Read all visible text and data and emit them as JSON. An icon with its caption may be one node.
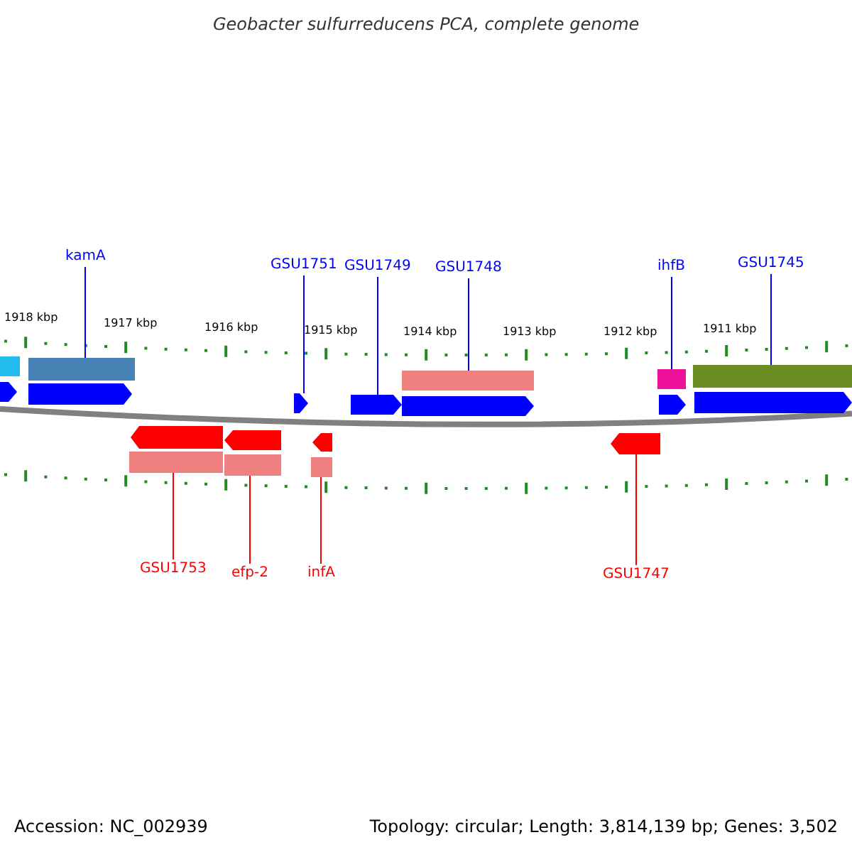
{
  "diagram": {
    "title": "Geobacter sulfurreducens PCA, complete genome",
    "nodes": [
      {
        "text": [
          "kamA"
        ]
      },
      {
        "text": [
          "GSU1751"
        ]
      },
      {
        "text": [
          "GSU1749"
        ]
      },
      {
        "text": [
          "GSU1748"
        ]
      },
      {
        "text": [
          "ihfB"
        ]
      },
      {
        "text": [
          "GSU1745"
        ]
      },
      {
        "text": [],
        "shape": "bar"
      },
      {
        "text": [],
        "shape": "bar"
      },
      {
        "text": [],
        "shape": "bar"
      },
      {
        "text": [],
        "shape": "bar"
      },
      {
        "text": [],
        "shape": "bar"
      },
      {
        "text": [],
        "shape": "arrow"
      },
      {
        "text": [],
        "shape": "arrow"
      },
      {
        "text": [],
        "shape": "arrow"
      },
      {
        "text": [],
        "shape": "arrow"
      },
      {
        "text": [],
        "shape": "arrow"
      },
      {
        "text": [],
        "shape": "arrow"
      },
      {
        "text": [],
        "shape": "arrow"
      },
      {
        "text": [],
        "shape": "arrow"
      },
      {
        "text": [],
        "shape": "arrow"
      },
      {
        "text": [],
        "shape": "arrow"
      },
      {
        "text": [],
        "shape": "arrow"
      },
      {
        "text": [],
        "shape": "bar"
      },
      {
        "text": [],
        "shape": "bar"
      },
      {
        "text": [],
        "shape": "bar"
      },
      {
        "text": [
          "GSU1753"
        ]
      },
      {
        "text": [
          "efp-2"
        ]
      },
      {
        "text": [
          "infA"
        ]
      },
      {
        "text": [
          "GSU1747"
        ]
      }
    ],
    "edges": [
      {
        "from": 0,
        "to": 7,
        "arrow": "none"
      },
      {
        "from": 1,
        "to": 13,
        "arrow": "none"
      },
      {
        "from": 2,
        "to": 14,
        "arrow": "none"
      },
      {
        "from": 3,
        "to": 8,
        "arrow": "none"
      },
      {
        "from": 4,
        "to": 9,
        "arrow": "none"
      },
      {
        "from": 5,
        "to": 10,
        "arrow": "none"
      },
      {
        "from": 25,
        "to": 22,
        "arrow": "none",
        "color": "#ff0000"
      },
      {
        "from": 26,
        "to": 23,
        "arrow": "none",
        "color": "#ff0000"
      },
      {
        "from": 27,
        "to": 24,
        "arrow": "none",
        "color": "#ff0000"
      },
      {
        "from": 28,
        "to": 21,
        "arrow": "none",
        "color": "#ff0000"
      }
    ],
    "labels": [
      "1918 kbp",
      "1917 kbp",
      "1916 kbp",
      "1915 kbp",
      "1914 kbp",
      "1913 kbp",
      "1912 kbp",
      "1911 kbp",
      "Accession: NC_002939",
      "Topology: circular; Length: 3,814,139 bp; Genes: 3,502"
    ]
  }
}
